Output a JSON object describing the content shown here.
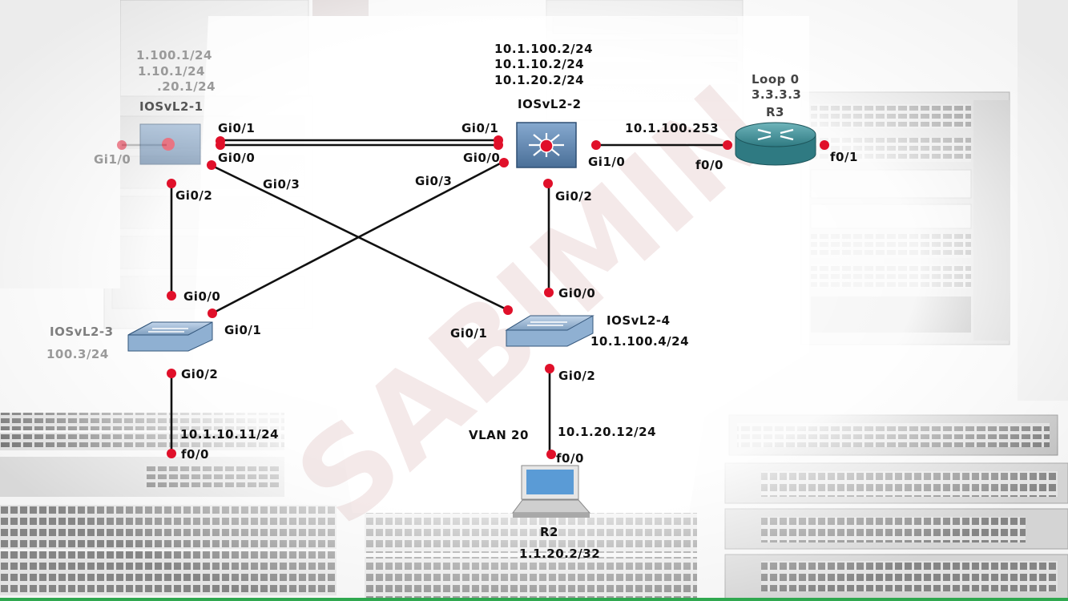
{
  "devices": {
    "sw1": {
      "name": "IOSvL2-1",
      "ips": [
        "1.100.1/24",
        "1.10.1/24",
        ".20.1/24"
      ]
    },
    "sw2": {
      "name": "IOSvL2-2",
      "ips": [
        "10.1.100.2/24",
        "10.1.10.2/24",
        "10.1.20.2/24"
      ]
    },
    "sw3": {
      "name": "IOSvL2-3",
      "ip": "100.3/24"
    },
    "sw4": {
      "name": "IOSvL2-4",
      "ip": "10.1.100.4/24"
    },
    "r3": {
      "name": "R3",
      "loopback_label": "Loop 0",
      "loopback_ip": "3.3.3.3"
    },
    "r2": {
      "name": "R2",
      "ip": "1.1.20.2/32"
    }
  },
  "interfaces": {
    "sw1_gi0_1": "Gi0/1",
    "sw1_gi0_0": "Gi0/0",
    "sw1_gi1_0": "Gi1/0",
    "sw1_gi0_2": "Gi0/2",
    "sw1_gi0_3": "Gi0/3",
    "sw2_gi0_1": "Gi0/1",
    "sw2_gi0_0": "Gi0/0",
    "sw2_gi0_3": "Gi0/3",
    "sw2_gi0_2": "Gi0/2",
    "sw2_gi1_0": "Gi1/0",
    "r3_f0_0": "f0/0",
    "r3_f0_1": "f0/1",
    "r3_f0_0_ip": "10.1.100.253",
    "sw3_gi0_0": "Gi0/0",
    "sw3_gi0_1": "Gi0/1",
    "sw3_gi0_2": "Gi0/2",
    "sw4_gi0_0": "Gi0/0",
    "sw4_gi0_1": "Gi0/1",
    "sw4_gi0_2": "Gi0/2",
    "host_left_ip": "10.1.10.11/24",
    "host_left_port": "f0/0",
    "r2_vlan": "VLAN 20",
    "r2_link_ip": "10.1.20.12/24",
    "r2_port": "f0/0"
  },
  "watermark": "SABIMIN",
  "colors": {
    "link": "#111111",
    "port_dot": "#e0102a",
    "switch_blue": "#5d86b0",
    "router_teal": "#3f8f96",
    "bottom_bar": "#2fa84f"
  }
}
